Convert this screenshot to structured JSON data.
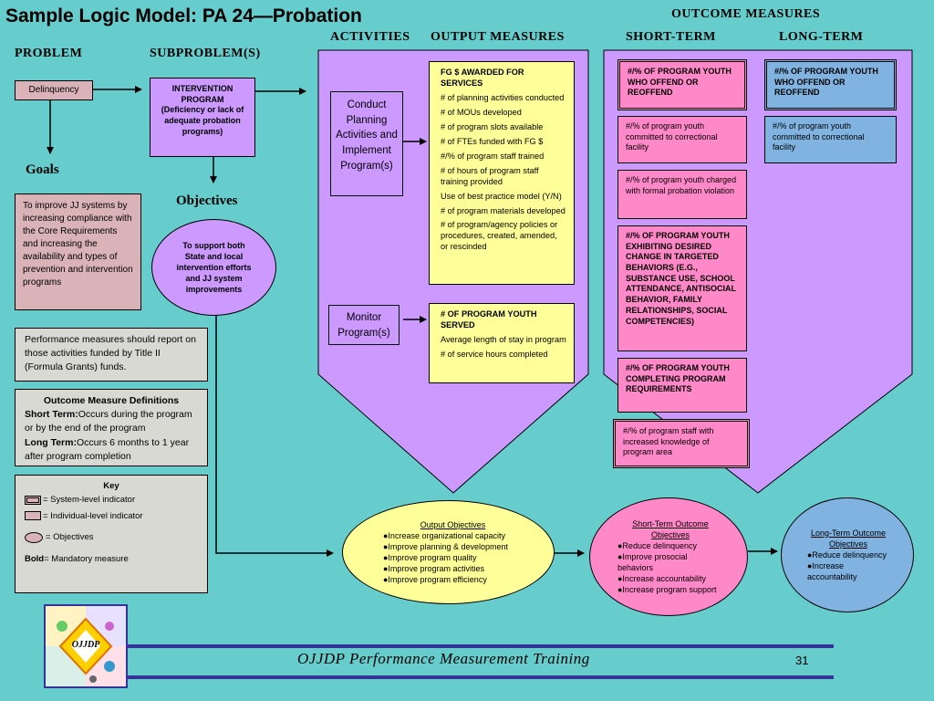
{
  "slide": {
    "title": "Sample Logic Model: PA 24—Probation",
    "page_number": "31",
    "footer_text": "OJJDP Performance Measurement Training",
    "logo_text": "OJJDP"
  },
  "headers": {
    "outcome_measures": "OUTCOME MEASURES",
    "activities": "ACTIVITIES",
    "output_measures": "OUTPUT MEASURES",
    "short_term": "SHORT-TERM",
    "long_term": "LONG-TERM",
    "problem": "PROBLEM",
    "subproblems": "SUBPROBLEM(S)",
    "goals": "Goals",
    "objectives": "Objectives"
  },
  "problem_box": "Delinquency",
  "subproblem_box": {
    "line1": "INTERVENTION PROGRAM",
    "line2": "(Deficiency or lack of adequate probation programs)"
  },
  "goal_text": "To improve JJ systems by increasing compliance with the Core Requirements and increasing the availability and types of prevention and intervention programs",
  "objective_text": "To support both State and local intervention efforts and JJ system improvements",
  "performance_note": "Performance measures should report on those activities funded by Title II (Formula Grants) funds.",
  "definitions": {
    "title": "Outcome Measure Definitions",
    "short_label": "Short Term:",
    "short_text": "Occurs during the program or by the end of the program",
    "long_label": "Long Term:",
    "long_text": "Occurs 6 months to 1 year after program completion"
  },
  "key": {
    "title": "Key",
    "system": "= System-level indicator",
    "individual": "= Individual-level indicator",
    "objectives": "= Objectives",
    "bold_label": "Bold",
    "bold_text": "= Mandatory measure"
  },
  "activities": {
    "conduct": "Conduct Planning Activities and Implement Program(s)",
    "monitor": "Monitor Program(s)"
  },
  "output_box1": {
    "title": "FG $ AWARDED FOR SERVICES",
    "items": [
      "# of planning activities conducted",
      "# of MOUs developed",
      "# of program slots available",
      "# of FTEs funded with FG $",
      "#/% of program staff trained",
      "# of hours of program staff training provided",
      "Use of best practice model (Y/N)",
      "# of program materials developed",
      "# of program/agency policies or procedures, created, amended, or rescinded"
    ]
  },
  "output_box2": {
    "title": "# OF PROGRAM YOUTH SERVED",
    "items": [
      "Average length of stay in program",
      "# of service hours completed"
    ]
  },
  "short_term": {
    "reoffend": "#/% OF PROGRAM YOUTH WHO OFFEND OR REOFFEND",
    "committed": "#/% of program youth committed to correctional facility",
    "charged": "#/% of program youth charged with formal probation violation",
    "behaviors": "#/% OF PROGRAM YOUTH EXHIBITING DESIRED CHANGE IN TARGETED BEHAVIORS (E.G., SUBSTANCE USE, SCHOOL ATTENDANCE, ANTISOCIAL BEHAVIOR, FAMILY  RELATIONSHIPS, SOCIAL COMPETENCIES)",
    "completing": "#/% OF PROGRAM YOUTH COMPLETING PROGRAM REQUIREMENTS",
    "staff": "#/% of program staff with increased knowledge of program area"
  },
  "long_term": {
    "reoffend": "#/% OF PROGRAM YOUTH WHO OFFEND OR REOFFEND",
    "committed": "#/% of program youth committed to correctional facility"
  },
  "output_objectives": {
    "title": "Output Objectives",
    "items": [
      "●Increase organizational capacity",
      "●Improve planning & development",
      "●Improve program quality",
      "●Improve program activities",
      "●Improve program efficiency"
    ]
  },
  "short_objectives": {
    "title": "Short-Term Outcome Objectives",
    "items": [
      "●Reduce delinquency",
      "●Improve prosocial behaviors",
      "●Increase accountability",
      "●Increase program support"
    ]
  },
  "long_objectives": {
    "title": "Long-Term Outcome Objectives",
    "items": [
      "●Reduce delinquency",
      "●Increase accountability"
    ]
  },
  "colors": {
    "background": "#66cccc",
    "lavender": "#cc99ff",
    "yellow": "#ffff99",
    "magenta": "#ff88c8",
    "blue": "#80b3e0",
    "footer_line": "#333399"
  }
}
